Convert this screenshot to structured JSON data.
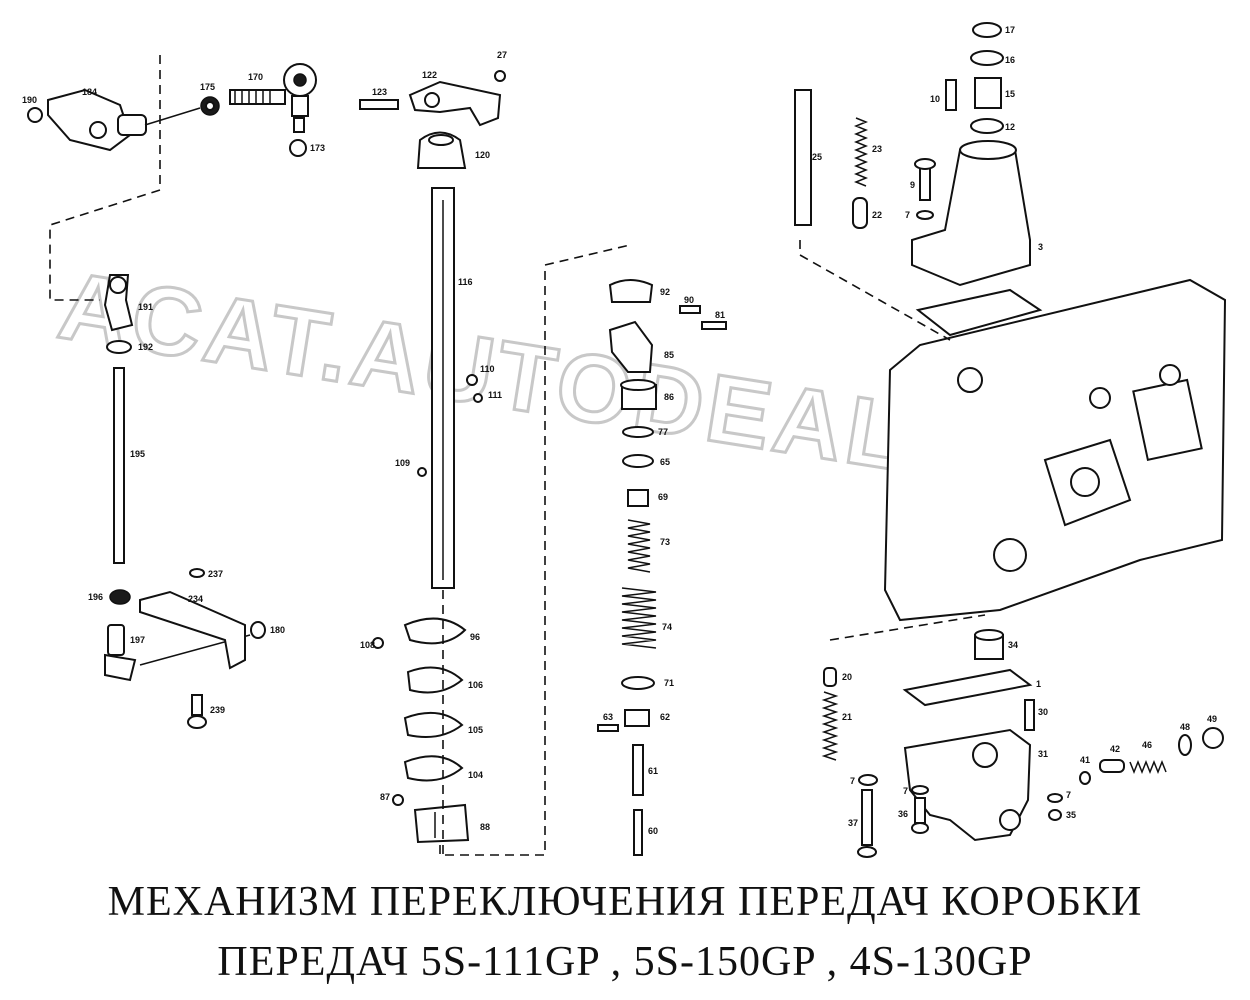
{
  "watermark": "ACAT.AUTODEALER.RU",
  "caption": {
    "line1": "МЕХАНИЗМ ПЕРЕКЛЮЧЕНИЯ ПЕРЕДАЧ КОРОБКИ",
    "line2": "ПЕРЕДАЧ 5S-111GP , 5S-150GP , 4S-130GP"
  },
  "callouts": {
    "p190": "190",
    "p184": "184",
    "p175": "175",
    "p170": "170",
    "p173": "173",
    "p191": "191",
    "p192": "192",
    "p195": "195",
    "p196": "196",
    "p197": "197",
    "p237": "237",
    "p234": "234",
    "p180": "180",
    "p239": "239",
    "p27": "27",
    "p123": "123",
    "p122": "122",
    "p120": "120",
    "p116": "116",
    "p110": "110",
    "p111": "111",
    "p109": "109",
    "p108": "108",
    "p96": "96",
    "p106": "106",
    "p105": "105",
    "p104": "104",
    "p87": "87",
    "p88": "88",
    "p92": "92",
    "p90": "90",
    "p81": "81",
    "p86": "86",
    "p85": "85",
    "p77": "77",
    "p65": "65",
    "p69": "69",
    "p73": "73",
    "p74": "74",
    "p71": "71",
    "p63": "63",
    "p62": "62",
    "p61": "61",
    "p60": "60",
    "p17": "17",
    "p16": "16",
    "p15": "15",
    "p10": "10",
    "p12": "12",
    "p25": "25",
    "p23": "23",
    "p22": "22",
    "p9": "9",
    "p7a": "7",
    "p3": "3",
    "p34": "34",
    "p20": "20",
    "p1": "1",
    "p21": "21",
    "p30": "30",
    "p31": "31",
    "p48": "48",
    "p49": "49",
    "p42": "42",
    "p46": "46",
    "p41": "41",
    "p7b": "7",
    "p7c": "7",
    "p7d": "7",
    "p36": "36",
    "p37": "37",
    "p35": "35"
  }
}
